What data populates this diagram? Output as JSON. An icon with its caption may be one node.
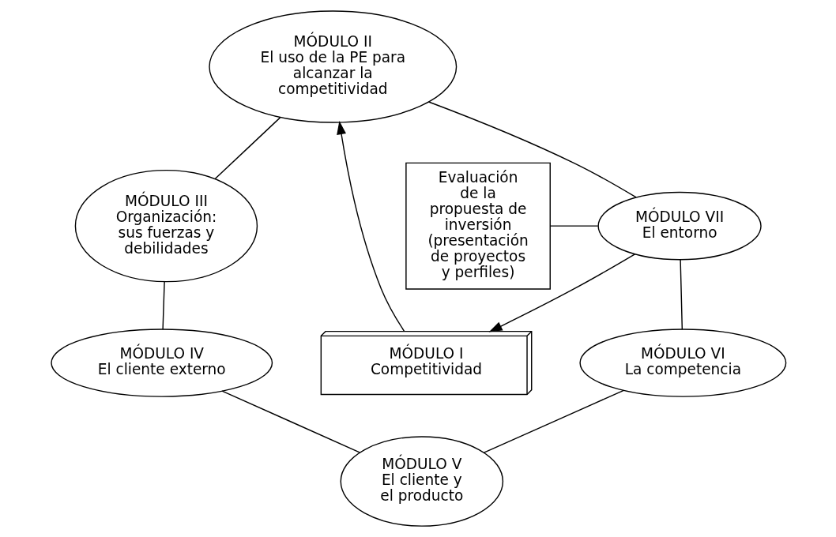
{
  "diagram": {
    "nodes": [
      {
        "text": [
          "MÓDULO II",
          "El uso de la PE para alcanzar la competitividad"
        ]
      },
      {
        "text": [
          "Evaluación de la propuesta de inversión (presentación de proyectos y perfiles)"
        ]
      },
      {
        "text": [
          "MÓDULO VII",
          "El entorno"
        ]
      },
      {
        "text": [
          "MÓDULO III",
          "Organización: sus fuerzas y debilidades"
        ]
      },
      {
        "text": [
          "MÓDULO I",
          "Competitividad"
        ]
      },
      {
        "text": [
          "MÓDULO VI",
          "La competencia"
        ]
      },
      {
        "text": [
          "MÓDULO IV",
          "El cliente externo"
        ]
      },
      {
        "text": [
          "MÓDULO V",
          "El cliente y el producto"
        ]
      }
    ],
    "edges": [
      {
        "from": 2,
        "to": 0,
        "arrow": "none"
      },
      {
        "from": 0,
        "to": 3,
        "arrow": "none"
      },
      {
        "from": 1,
        "to": 2,
        "arrow": "none"
      },
      {
        "from": 2,
        "to": 4,
        "arrow": "to"
      },
      {
        "from": 4,
        "to": 0,
        "arrow": "to"
      },
      {
        "from": 2,
        "to": 5,
        "arrow": "none"
      },
      {
        "from": 3,
        "to": 6,
        "arrow": "none"
      },
      {
        "from": 5,
        "to": 7,
        "arrow": "none"
      },
      {
        "from": 6,
        "to": 7,
        "arrow": "none"
      }
    ]
  }
}
